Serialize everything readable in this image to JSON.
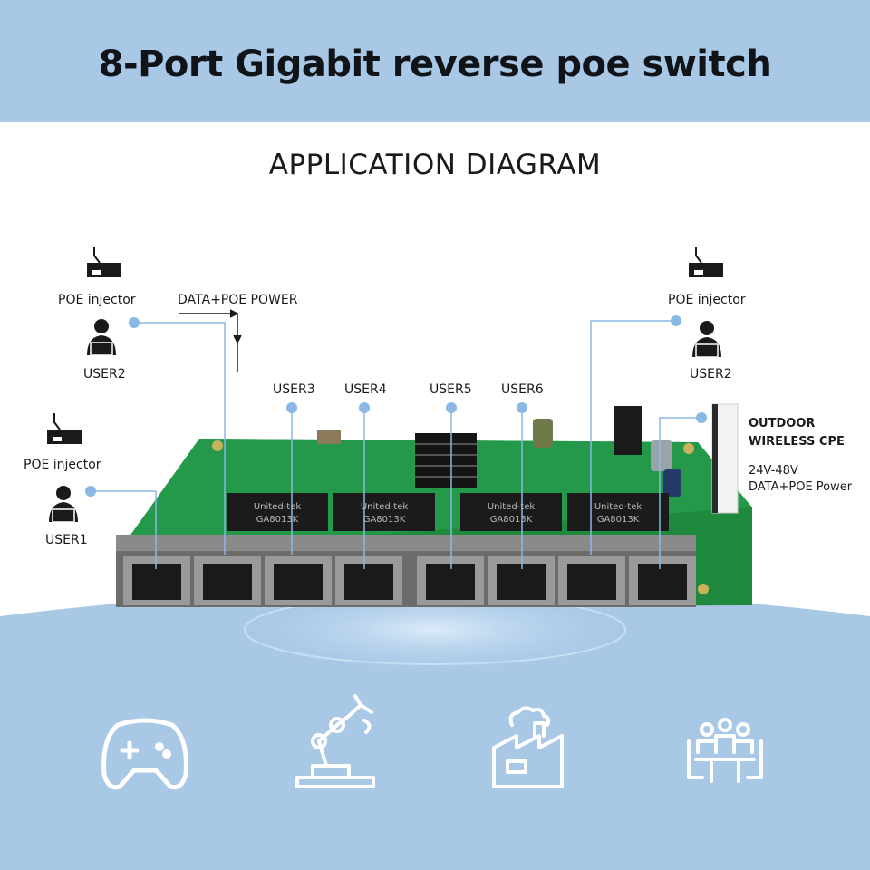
{
  "title": "8-Port Gigabit reverse poe switch",
  "subtitle": "APPLICATION DIAGRAM",
  "left": {
    "injector_top": "POE injector",
    "data_power": "DATA+POE POWER",
    "user_top": "USER2",
    "injector_bottom": "POE injector",
    "user_bottom": "USER1"
  },
  "middle_users": [
    "USER3",
    "USER4",
    "USER5",
    "USER6"
  ],
  "right": {
    "injector": "POE injector",
    "user": "USER2",
    "cpe_title_1": "OUTDOOR",
    "cpe_title_2": "WIRELESS CPE",
    "cpe_voltage": "24V-48V",
    "cpe_power": "DATA+POE Power"
  },
  "board_chip_text": [
    "United-tek",
    "GA8013K",
    "United-tek",
    "GA8013K",
    "United-tek",
    "GA8013K",
    "United-tek",
    "GA8013K"
  ],
  "bottom_icons": [
    "gamepad-icon",
    "robot-arm-icon",
    "factory-icon",
    "meeting-icon"
  ],
  "colors": {
    "banner": "#a9c8e6",
    "pcb": "#1f8a3e",
    "connector": "#6fa9dc",
    "bottom": "#a9c8e6"
  }
}
